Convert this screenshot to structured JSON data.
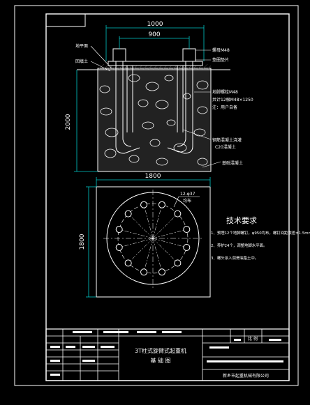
{
  "colors": {
    "background": "#000000",
    "frame": "#ffffff",
    "dimension": "#00c8c8",
    "section_fill": "#303030",
    "text": "#ffffff",
    "annotation": "#ffffff"
  },
  "elevation_view": {
    "dim_overall": "1000",
    "dim_bolt_spacing": "900",
    "dim_depth": "2000",
    "labels": {
      "ground_level": "地平面",
      "fill_soil": "回填土",
      "nut_washer": "螺母M48",
      "washer": "垫圈垫片",
      "anchor_bolt_spec": "地脚螺栓M48",
      "anchor_bolt_qty": "共计12根M48×1250",
      "user_supplied": "注：用户自备",
      "rebar_note": "钢筋混凝土浇灌",
      "concrete_grade": "C20混凝土",
      "concrete_base": "基础混凝土"
    }
  },
  "plan_view": {
    "dim_width": "1800",
    "dim_height": "1800",
    "hole_note_qty": "12-φ37",
    "hole_note_label": "均布",
    "bolt_count": 12
  },
  "technical_requirements": {
    "title": "技术要求",
    "items": [
      "1、预埋12个地脚螺钉，φ950均布，螺钉间距误差±1.5mm;",
      "2、养护24个，调整地脚水平面。",
      "3、螺头涂入润滑油脂土中。"
    ]
  },
  "title_block": {
    "drawing_title": "3T柱式旋臂式起重机",
    "drawing_subtitle": "基 础 图",
    "scale_label": "比 例",
    "company": "新乡市起重机械有限公司"
  }
}
